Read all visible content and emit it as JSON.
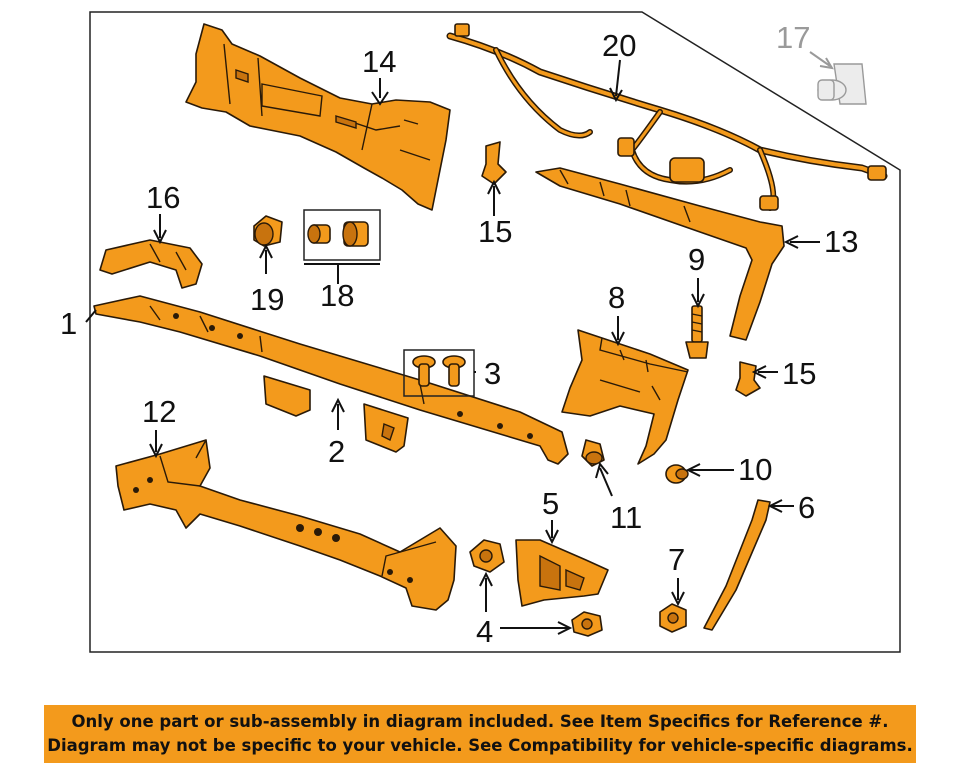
{
  "diagram": {
    "callouts": {
      "c1": "1",
      "c2": "2",
      "c3": "3",
      "c4": "4",
      "c5": "5",
      "c6": "6",
      "c7": "7",
      "c8": "8",
      "c9": "9",
      "c10": "10",
      "c11": "11",
      "c12": "12",
      "c13": "13",
      "c14": "14",
      "c15a": "15",
      "c15b": "15",
      "c16": "16",
      "c17": "17",
      "c18": "18",
      "c19": "19",
      "c20": "20"
    },
    "colors": {
      "part_fill": "#f39a1c",
      "outline": "#2a1a08",
      "not_included": "#9a9a9a"
    }
  },
  "disclaimer": {
    "line1": "Only one part or sub-assembly in diagram included. See Item Specifics for Reference #.",
    "line2": "Diagram may not be specific to your vehicle. See Compatibility for vehicle-specific diagrams."
  }
}
